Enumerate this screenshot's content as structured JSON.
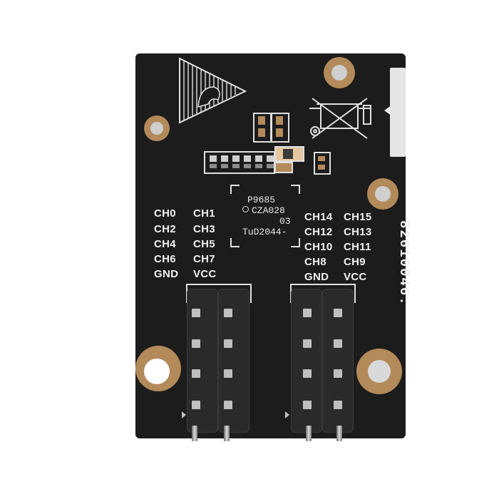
{
  "board": {
    "colors": {
      "pcb": "#1c1c1c",
      "pad": "#b38a5a",
      "silk": "#f2f2f2"
    },
    "left_labels": [
      [
        "CH0",
        "CH1"
      ],
      [
        "CH2",
        "CH3"
      ],
      [
        "CH4",
        "CH5"
      ],
      [
        "CH6",
        "CH7"
      ],
      [
        "GND",
        "VCC"
      ]
    ],
    "right_labels": [
      [
        "CH14",
        "CH15"
      ],
      [
        "CH12",
        "CH13"
      ],
      [
        "CH10",
        "CH11"
      ],
      [
        "CH8",
        "CH9"
      ],
      [
        "GND",
        "VCC"
      ]
    ],
    "chip": {
      "line1": "P9685",
      "line2": "CZA028",
      "line3": "03",
      "line4": "TuD2044-"
    },
    "serial": "82610046."
  }
}
